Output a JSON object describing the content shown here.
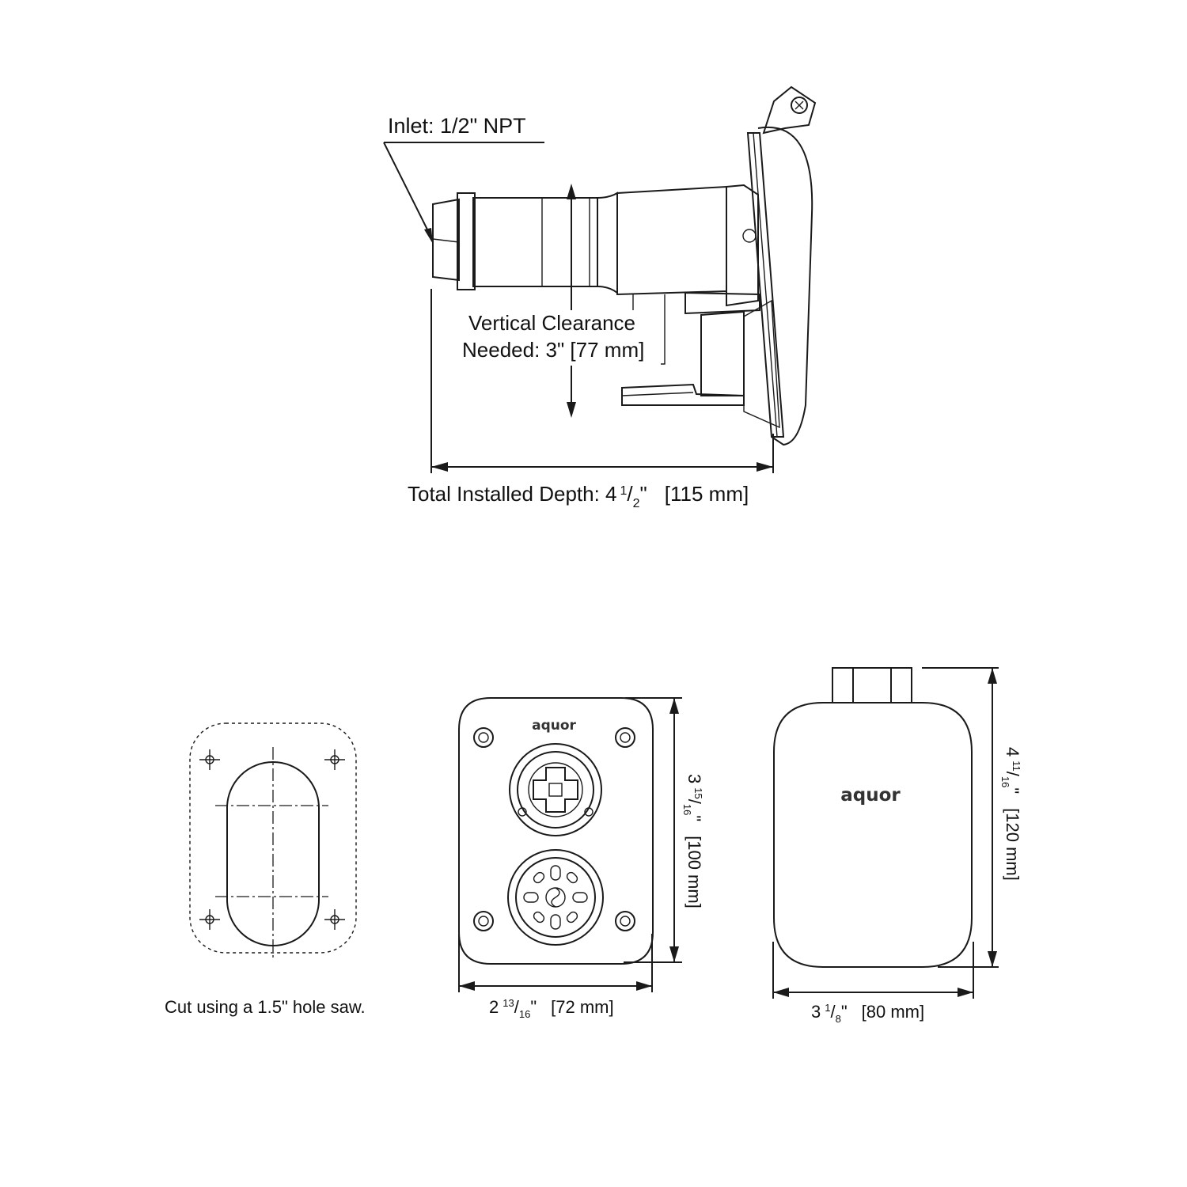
{
  "side_view": {
    "inlet_label": "Inlet: 1/2\" NPT",
    "clearance_line1": "Vertical Clearance",
    "clearance_line2": "Needed: 3\" [77 mm]",
    "depth_main": "Total Installed Depth: 4",
    "depth_num": "1",
    "depth_den": "2",
    "depth_unit": "\"",
    "depth_metric": "[115 mm]"
  },
  "cutout": {
    "caption": "Cut using a 1.5\" hole saw."
  },
  "front_open": {
    "logo": "aquor",
    "width_whole": "2",
    "width_num": "13",
    "width_den": "16",
    "width_unit": "\"",
    "width_metric": "[72 mm]",
    "height_whole": "3",
    "height_num": "15",
    "height_den": "16",
    "height_unit": "\"",
    "height_metric": "[100 mm]"
  },
  "front_closed": {
    "logo": "aquor",
    "width_whole": "3",
    "width_num": "1",
    "width_den": "8",
    "width_unit": "\"",
    "width_metric": "[80 mm]",
    "height_whole": "4",
    "height_num": "11",
    "height_den": "16",
    "height_unit": "\"",
    "height_metric": "[120 mm]"
  }
}
